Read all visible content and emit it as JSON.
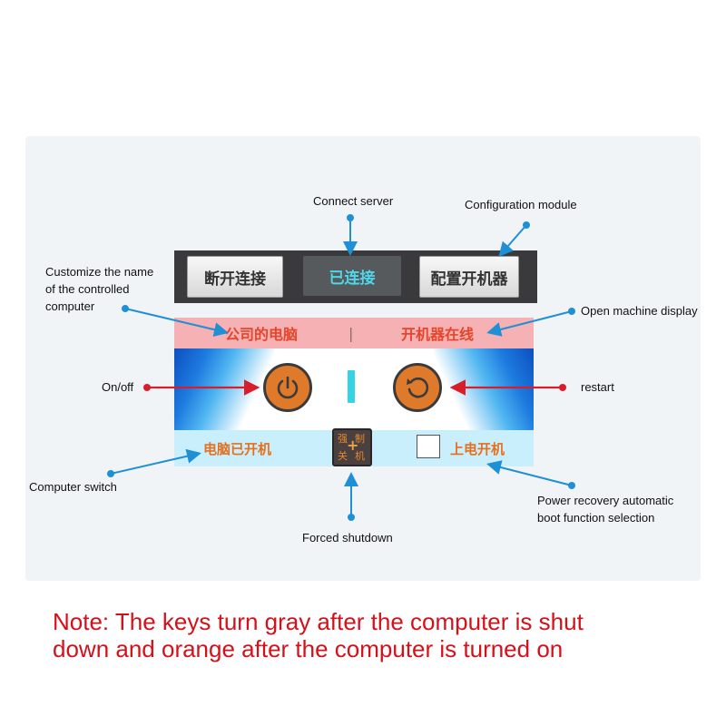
{
  "topbar": {
    "disconnect_label": "断开连接",
    "connected_label": "已连接",
    "configure_label": "配置开机器"
  },
  "status": {
    "computer_name": "公司的电脑",
    "separator": "|",
    "device_status": "开机器在线"
  },
  "controls": {
    "power_icon": "power-icon",
    "restart_icon": "restart-icon"
  },
  "bottom": {
    "computer_state": "电脑已开机",
    "force_shutdown_chars": [
      "强",
      "制",
      "关",
      "机"
    ],
    "power_recovery_label": "上电开机"
  },
  "callouts": {
    "connect_server": "Connect server",
    "configuration_module": "Configuration module",
    "customize_name_1": "Customize the name",
    "customize_name_2": "of the controlled",
    "customize_name_3": "computer",
    "open_machine_display": "Open machine display",
    "on_off": "On/off",
    "restart": "restart",
    "computer_switch": "Computer switch",
    "forced_shutdown": "Forced shutdown",
    "power_recovery_1": "Power recovery automatic",
    "power_recovery_2": "boot function selection"
  },
  "note": {
    "line1": "Note: The keys turn gray after the computer is shut",
    "line2": "down and orange after the computer is turned on"
  },
  "colors": {
    "accent_orange": "#e07a2b",
    "connected_cyan": "#4fd6e8",
    "status_pink": "#f5b1b3",
    "bottom_light_blue": "#c9effd",
    "note_red": "#d4111a",
    "arrow_blue": "#1f8fd6",
    "arrow_red": "#d81e2a"
  }
}
